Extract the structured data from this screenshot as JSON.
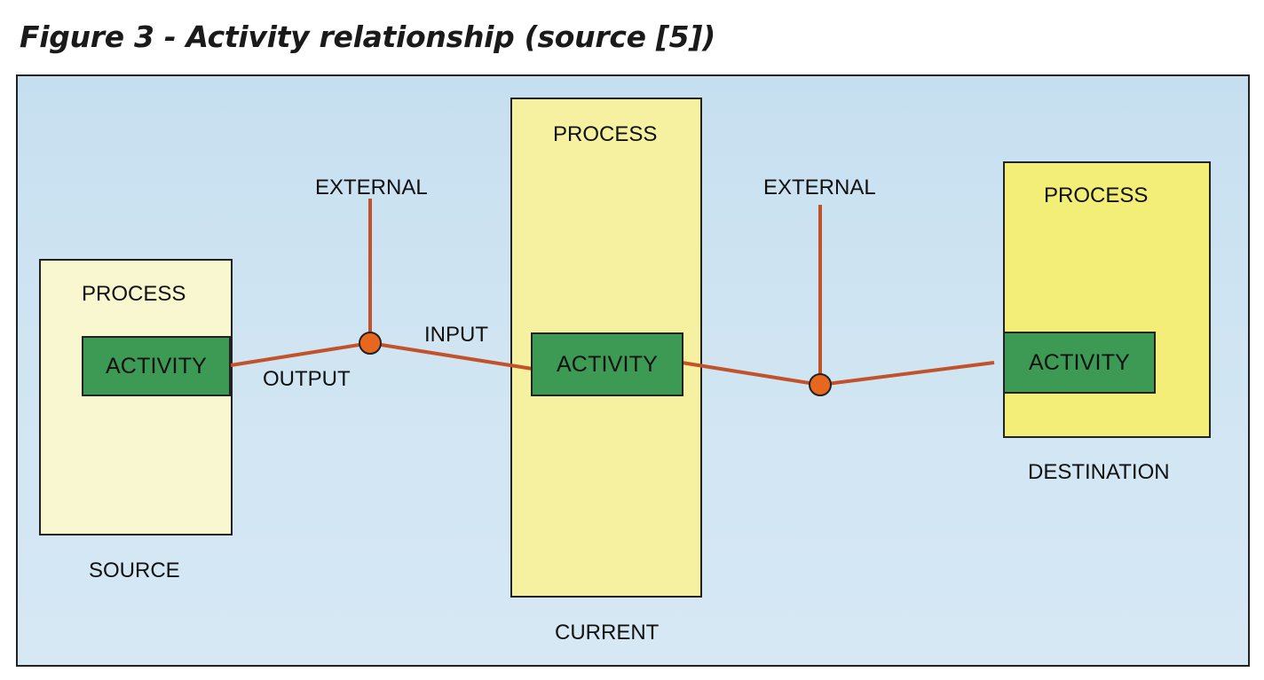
{
  "figure": {
    "title": "Figure 3 - Activity relationship (source [5])"
  },
  "diagram": {
    "source": {
      "process_label": "PROCESS",
      "activity_label": "ACTIVITY",
      "caption": "SOURCE"
    },
    "current": {
      "process_label": "PROCESS",
      "activity_label": "ACTIVITY",
      "caption": "CURRENT"
    },
    "destination": {
      "process_label": "PROCESS",
      "activity_label": "ACTIVITY",
      "caption": "DESTINATION"
    },
    "connections": {
      "output_label": "OUTPUT",
      "input_label": "INPUT",
      "external_left_label": "EXTERNAL",
      "external_right_label": "EXTERNAL"
    }
  },
  "colors": {
    "background_panel": "#cfe4f2",
    "source_process": "#f8f7d0",
    "current_process": "#f6f1a0",
    "destination_process": "#f2ee78",
    "activity": "#3c9a55",
    "connector_line": "#c2522a",
    "junction": "#e8671e"
  }
}
